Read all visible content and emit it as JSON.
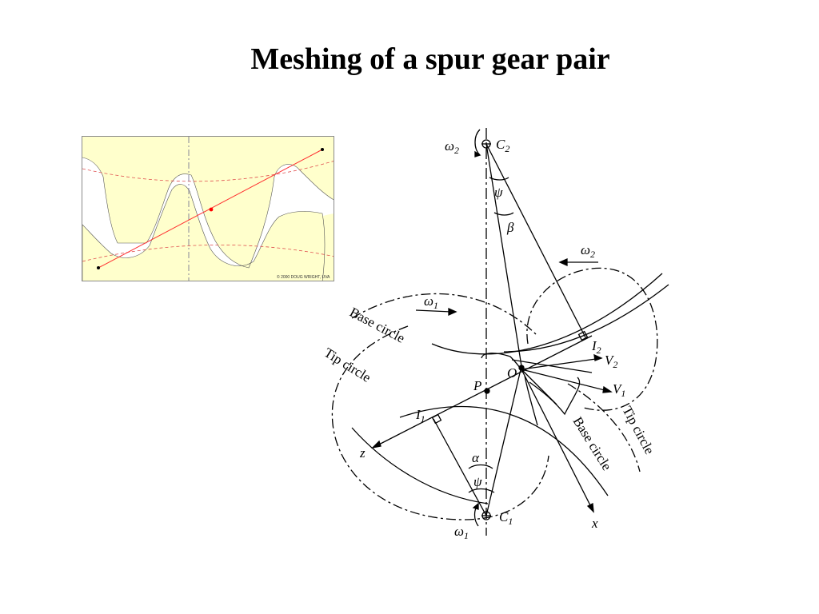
{
  "slide": {
    "title": "Meshing of a spur gear pair"
  },
  "inset": {
    "copyright": "© 2000 DOUG WRIGHT, UVA"
  },
  "diagram": {
    "labels": {
      "omega2_top": "ω",
      "omega2_top_sub": "2",
      "c2": "C",
      "c2_sub": "2",
      "psi_top": "ψ",
      "beta": "β",
      "omega2_right": "ω",
      "omega2_right_sub": "2",
      "omega1_upper": "ω",
      "omega1_upper_sub": "1",
      "base_circle_upper": "Base circle",
      "tip_circle_left": "Tip circle",
      "i2": "I",
      "i2_sub": "2",
      "v2": "V",
      "v2_sub": "2",
      "o": "O",
      "p": "P",
      "v1": "V",
      "v1_sub": "1",
      "i1": "I",
      "i1_sub": "1",
      "tip_circle_right": "Tip circle",
      "base_circle_lower": "Base circle",
      "z": "z",
      "alpha": "α",
      "psi_bottom": "ψ",
      "c1": "C",
      "c1_sub": "1",
      "omega1_bottom": "ω",
      "omega1_bottom_sub": "1",
      "x": "x"
    }
  }
}
